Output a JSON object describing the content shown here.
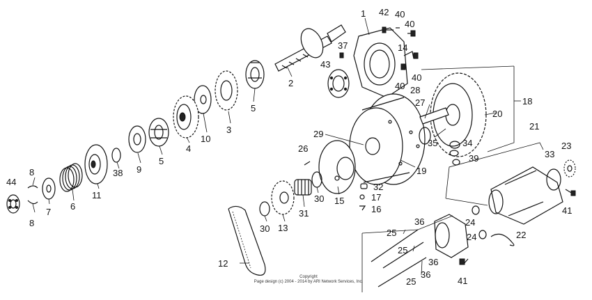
{
  "callouts": [
    {
      "id": "c1",
      "text": "1"
    },
    {
      "id": "c2",
      "text": "2"
    },
    {
      "id": "c3",
      "text": "3"
    },
    {
      "id": "c4",
      "text": "4"
    },
    {
      "id": "c5a",
      "text": "5"
    },
    {
      "id": "c5b",
      "text": "5"
    },
    {
      "id": "c6",
      "text": "6"
    },
    {
      "id": "c7",
      "text": "7"
    },
    {
      "id": "c8a",
      "text": "8"
    },
    {
      "id": "c8b",
      "text": "8"
    },
    {
      "id": "c9",
      "text": "9"
    },
    {
      "id": "c10",
      "text": "10"
    },
    {
      "id": "c11",
      "text": "11"
    },
    {
      "id": "c12",
      "text": "12"
    },
    {
      "id": "c13",
      "text": "13"
    },
    {
      "id": "c14",
      "text": "14"
    },
    {
      "id": "c15",
      "text": "15"
    },
    {
      "id": "c16",
      "text": "16"
    },
    {
      "id": "c17",
      "text": "17"
    },
    {
      "id": "c18",
      "text": "18"
    },
    {
      "id": "c19",
      "text": "19"
    },
    {
      "id": "c20",
      "text": "20"
    },
    {
      "id": "c21",
      "text": "21"
    },
    {
      "id": "c22",
      "text": "22"
    },
    {
      "id": "c23",
      "text": "23"
    },
    {
      "id": "c24a",
      "text": "24"
    },
    {
      "id": "c24b",
      "text": "24"
    },
    {
      "id": "c25a",
      "text": "25"
    },
    {
      "id": "c25b",
      "text": "25"
    },
    {
      "id": "c25c",
      "text": "25"
    },
    {
      "id": "c26",
      "text": "26"
    },
    {
      "id": "c27",
      "text": "27"
    },
    {
      "id": "c28",
      "text": "28"
    },
    {
      "id": "c29",
      "text": "29"
    },
    {
      "id": "c30a",
      "text": "30"
    },
    {
      "id": "c30b",
      "text": "30"
    },
    {
      "id": "c31",
      "text": "31"
    },
    {
      "id": "c32",
      "text": "32"
    },
    {
      "id": "c33",
      "text": "33"
    },
    {
      "id": "c34",
      "text": "34"
    },
    {
      "id": "c35",
      "text": "35"
    },
    {
      "id": "c36a",
      "text": "36"
    },
    {
      "id": "c36b",
      "text": "36"
    },
    {
      "id": "c36c",
      "text": "36"
    },
    {
      "id": "c37",
      "text": "37"
    },
    {
      "id": "c38",
      "text": "38"
    },
    {
      "id": "c39",
      "text": "39"
    },
    {
      "id": "c40a",
      "text": "40"
    },
    {
      "id": "c40b",
      "text": "40"
    },
    {
      "id": "c40c",
      "text": "40"
    },
    {
      "id": "c40d",
      "text": "40"
    },
    {
      "id": "c41a",
      "text": "41"
    },
    {
      "id": "c41b",
      "text": "41"
    },
    {
      "id": "c42",
      "text": "42"
    },
    {
      "id": "c43",
      "text": "43"
    },
    {
      "id": "c44",
      "text": "44"
    }
  ],
  "copyright": {
    "line1": "Copyright",
    "line2": "Page design (c) 2004 - 2014 by ARI Network Services, Inc."
  }
}
